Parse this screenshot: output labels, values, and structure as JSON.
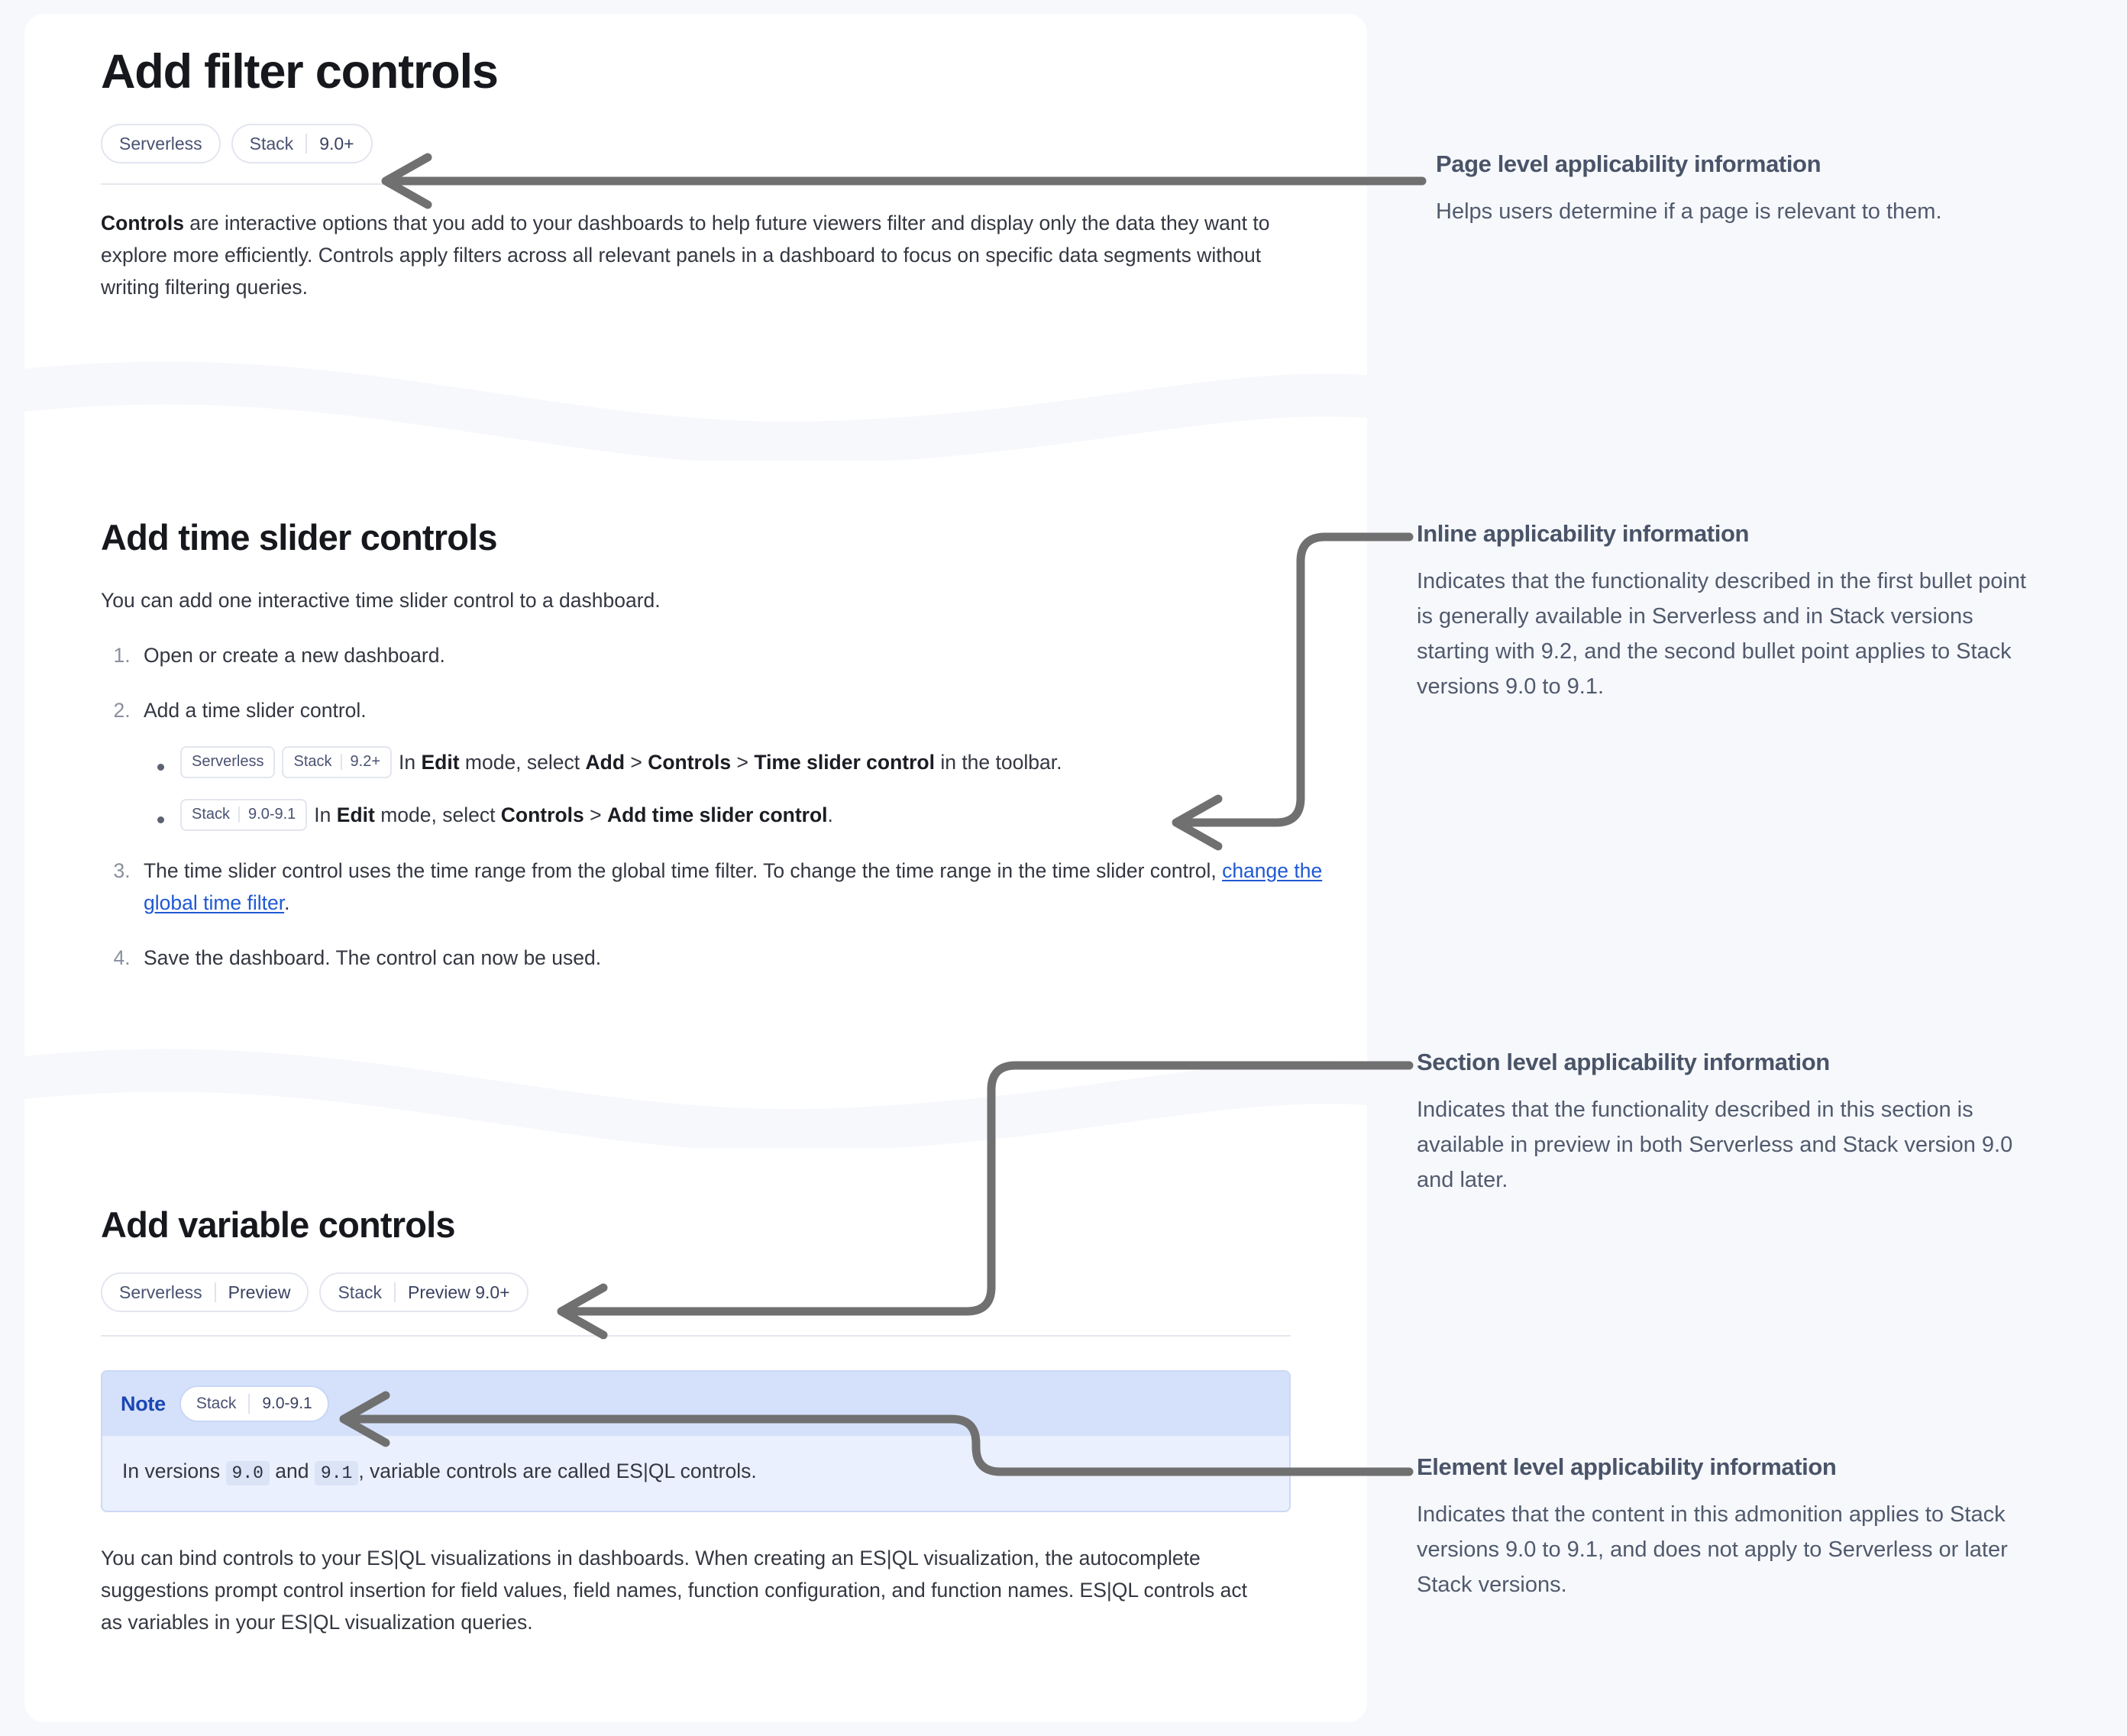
{
  "page": {
    "title": "Add filter controls",
    "applicability": [
      {
        "lifecycle": "Serverless",
        "version": ""
      },
      {
        "lifecycle": "Stack",
        "version": "9.0+"
      }
    ],
    "intro_lead": "Controls",
    "intro_rest": " are interactive options that you add to your dashboards to help future viewers filter and display only the data they want to explore more efficiently. Controls apply filters across all relevant panels in a dashboard to focus on specific data segments without writing filtering queries."
  },
  "time_slider": {
    "heading": "Add time slider controls",
    "intro": "You can add one interactive time slider control to a dashboard.",
    "steps": [
      {
        "text": "Open or create a new dashboard."
      },
      {
        "text": "Add a time slider control."
      },
      {
        "text_a": "The time slider control uses the time range from the global time filter. To change the time range in the time slider control, ",
        "link": "change the global time filter",
        "text_b": "."
      },
      {
        "text": "Save the dashboard. The control can now be used."
      }
    ],
    "substeps": [
      {
        "badges": [
          {
            "lifecycle": "Serverless",
            "version": ""
          },
          {
            "lifecycle": "Stack",
            "version": "9.2+"
          }
        ],
        "p1": "In ",
        "b1": "Edit",
        "p2": " mode, select ",
        "b2": "Add",
        "p3": " > ",
        "b3": "Controls",
        "p4": " > ",
        "b4": "Time slider control",
        "p5": " in the toolbar."
      },
      {
        "badges": [
          {
            "lifecycle": "Stack",
            "version": "9.0-9.1"
          }
        ],
        "p1": "In ",
        "b1": "Edit",
        "p2": " mode, select ",
        "b2": "Controls",
        "p3": " > ",
        "b3": "Add time slider control",
        "p4": "."
      }
    ]
  },
  "variable": {
    "heading": "Add variable controls",
    "applicability": [
      {
        "lifecycle": "Serverless",
        "version": "Preview"
      },
      {
        "lifecycle": "Stack",
        "version": "Preview 9.0+"
      }
    ],
    "note": {
      "label": "Note",
      "badge": {
        "lifecycle": "Stack",
        "version": "9.0-9.1"
      },
      "text_a": "In versions ",
      "code_a": "9.0",
      "text_b": " and ",
      "code_b": "9.1",
      "text_c": ", variable controls are called ES|QL controls."
    },
    "paragraph": "You can bind controls to your ES|QL visualizations in dashboards. When creating an ES|QL visualization, the autocomplete suggestions prompt control insertion for field values, field names, function configuration, and function names. ES|QL controls act as variables in your ES|QL visualization queries."
  },
  "annotations": [
    {
      "title": "Page level applicability information",
      "body": "Helps users determine if a page is relevant to them."
    },
    {
      "title": "Inline applicability information",
      "body": "Indicates that the functionality described in the first bullet point is generally available in Serverless and in Stack versions starting with 9.2, and the second bullet point applies to Stack versions 9.0 to 9.1."
    },
    {
      "title": "Section level applicability information",
      "body": "Indicates that the functionality described in this section is available in preview in both Serverless and Stack version 9.0 and later."
    },
    {
      "title": "Element level applicability information",
      "body": "Indicates that the content in this admonition applies to Stack versions 9.0 to 9.1, and does not apply to Serverless or later Stack versions."
    }
  ],
  "colors": {
    "page_bg": "#f6f8fc",
    "card_bg": "#ffffff",
    "connector": "#707070",
    "link": "#1f59d4",
    "note_bg": "#eaf0fd",
    "note_head_bg": "#d5e1fa",
    "note_label": "#1b46b4",
    "badge_text": "#4a5272",
    "annotation_title": "#4a5468"
  }
}
